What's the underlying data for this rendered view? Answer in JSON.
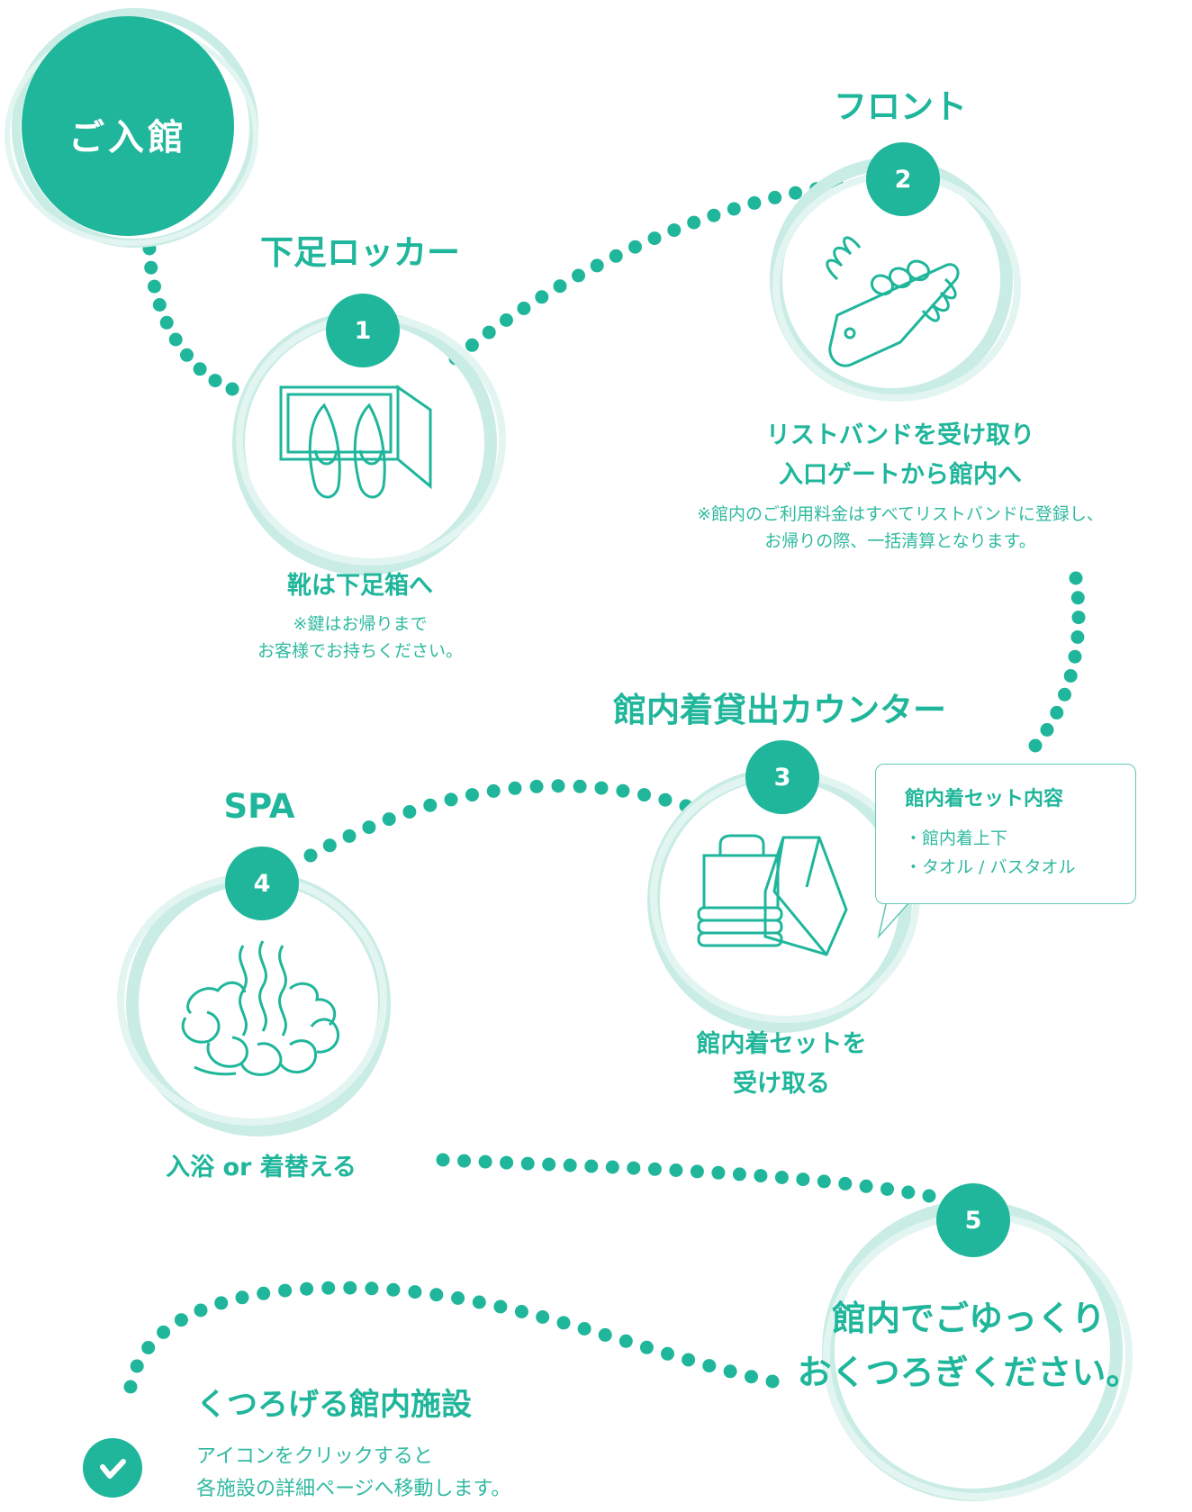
{
  "start": {
    "label": "ご入館"
  },
  "steps": [
    {
      "number": "1",
      "place": "下足ロッカー",
      "action": "靴は下足箱へ",
      "note_lines": [
        "※鍵はお帰りまで",
        "お客様でお持ちください。"
      ],
      "icon": "shoe-locker-icon"
    },
    {
      "number": "2",
      "place": "フロント",
      "action_lines": [
        "リストバンドを受け取り",
        "入口ゲートから館内へ"
      ],
      "note_lines": [
        "※館内のご利用料金はすべてリストバンドに登録し、",
        "お帰りの際、一括清算となります。"
      ],
      "icon": "wristband-icon"
    },
    {
      "number": "3",
      "place": "館内着貸出カウンター",
      "action_lines": [
        "館内着セットを",
        "受け取る"
      ],
      "icon": "loungewear-set-icon"
    },
    {
      "number": "4",
      "place": "SPA",
      "action": "入浴 or 着替える",
      "icon": "hot-spring-icon"
    },
    {
      "number": "5",
      "message_lines": [
        "館内でごゆっくり",
        "おくつろぎください。"
      ]
    }
  ],
  "set_contents": {
    "title": "館内着セット内容",
    "items": [
      "・館内着上下",
      "・タオル / バスタオル"
    ]
  },
  "facilities": {
    "title": "くつろげる館内施設",
    "desc_lines": [
      "アイコンをクリックすると",
      "各施設の詳細ページへ移動します。"
    ],
    "icon": "check-icon"
  },
  "colors": {
    "accent": "#1fb69b",
    "ring": "#c9ece4",
    "ring_light": "#e3f5f1"
  }
}
